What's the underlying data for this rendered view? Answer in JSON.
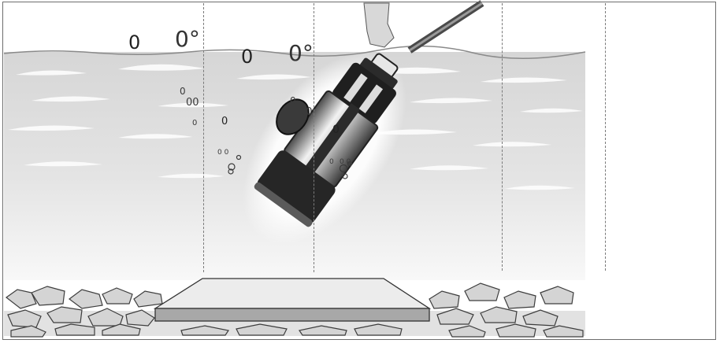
{
  "illustration": {
    "bubbles": [
      {
        "text": "0",
        "size": 24,
        "color": "#222222"
      },
      {
        "text": "0°",
        "size": 28,
        "color": "#333333"
      },
      {
        "text": "0",
        "size": 24,
        "color": "#222222"
      },
      {
        "text": "0°",
        "size": 28,
        "color": "#333333"
      },
      {
        "text": "0",
        "size": 12,
        "color": "#3a3a3a"
      },
      {
        "text": "00",
        "size": 13,
        "color": "#3a3a3a"
      },
      {
        "text": "0",
        "size": 10,
        "color": "#3a3a3a"
      },
      {
        "text": "0",
        "size": 13,
        "color": "#222222"
      },
      {
        "text": "0",
        "size": 12,
        "color": "#3a3a3a"
      },
      {
        "text": "00",
        "size": 13,
        "color": "#3a3a3a"
      },
      {
        "text": "0",
        "size": 14,
        "color": "#222222"
      },
      {
        "text": "0 0",
        "size": 9,
        "color": "#3a3a3a"
      },
      {
        "text": "0",
        "size": 9,
        "color": "#3a3a3a"
      },
      {
        "text": "0 0",
        "size": 9,
        "color": "#3a3a3a"
      }
    ],
    "colors": {
      "water_top": "#dcdcdc",
      "water_bottom": "#f7f7f7",
      "pump_body": "#2b2b2b",
      "stone_fill": "#d6d6d6",
      "slab_top": "#eeeeee",
      "slab_side": "#a9a9a9"
    },
    "icons": [
      "submersible-pump",
      "hand",
      "hose",
      "air-bubbles",
      "gravel-bed",
      "base-slab"
    ]
  }
}
